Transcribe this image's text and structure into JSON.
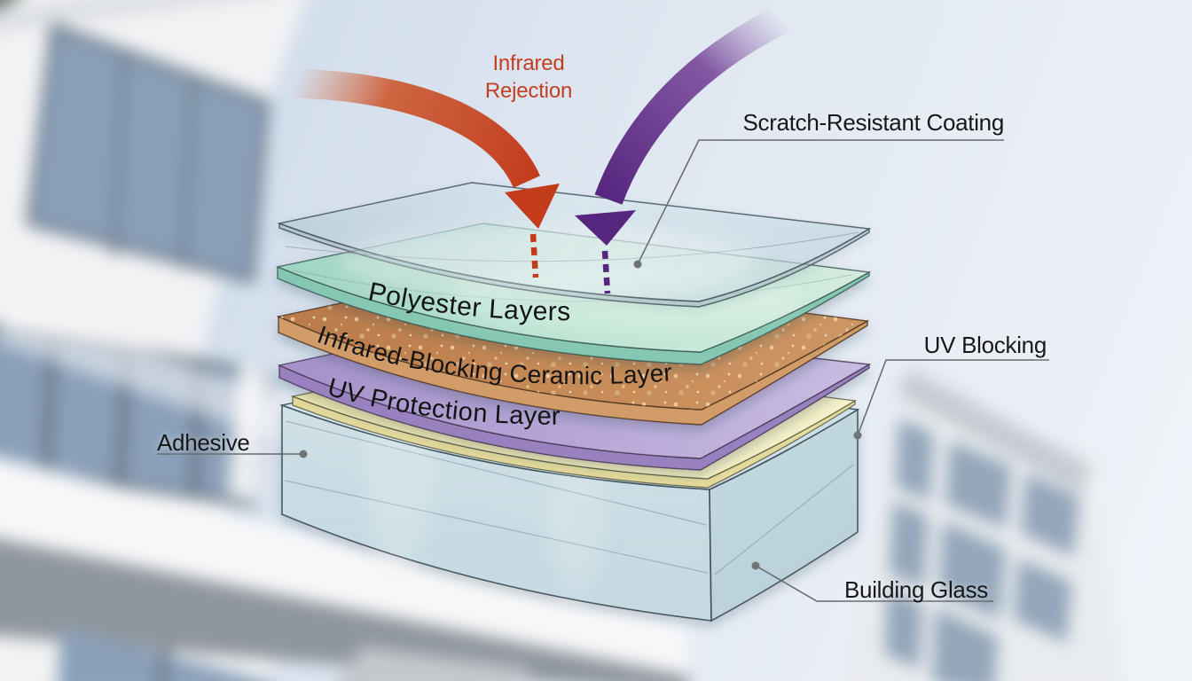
{
  "scene": {
    "subject": "Cross-section diagram of protective window film layers applied to building glass",
    "background": "blurred modern office building facade with sky"
  },
  "arrows": {
    "infrared": {
      "label": "Infrared Rejection",
      "lines": [
        "Infrared",
        "Rejection"
      ],
      "color": "#c2401f"
    },
    "uv": {
      "color": "#5b2c86"
    }
  },
  "film_layers": [
    {
      "id": "scratch-resistant-coating",
      "name": "Scratch-Resistant Coating",
      "color": "#c2d8e2"
    },
    {
      "id": "polyester-layers",
      "name": "Polyester Layers",
      "color": "#b7e0d1"
    },
    {
      "id": "infrared-blocking-ceramic-layer",
      "name": "Infrared-Blocking Ceramic Layer",
      "color": "#c48a58"
    },
    {
      "id": "uv-protection-layer",
      "name": "UV Protection Layer",
      "color": "#b3a2d4"
    },
    {
      "id": "adhesive",
      "name": "Adhesive",
      "color": "#f3edc2"
    },
    {
      "id": "building-glass",
      "name": "Building Glass",
      "color": "#cfe3e8"
    }
  ],
  "callouts": {
    "uv_blocking": "UV Blocking"
  },
  "colors": {
    "callout_line": "#66696c",
    "label_text": "#17181a"
  }
}
